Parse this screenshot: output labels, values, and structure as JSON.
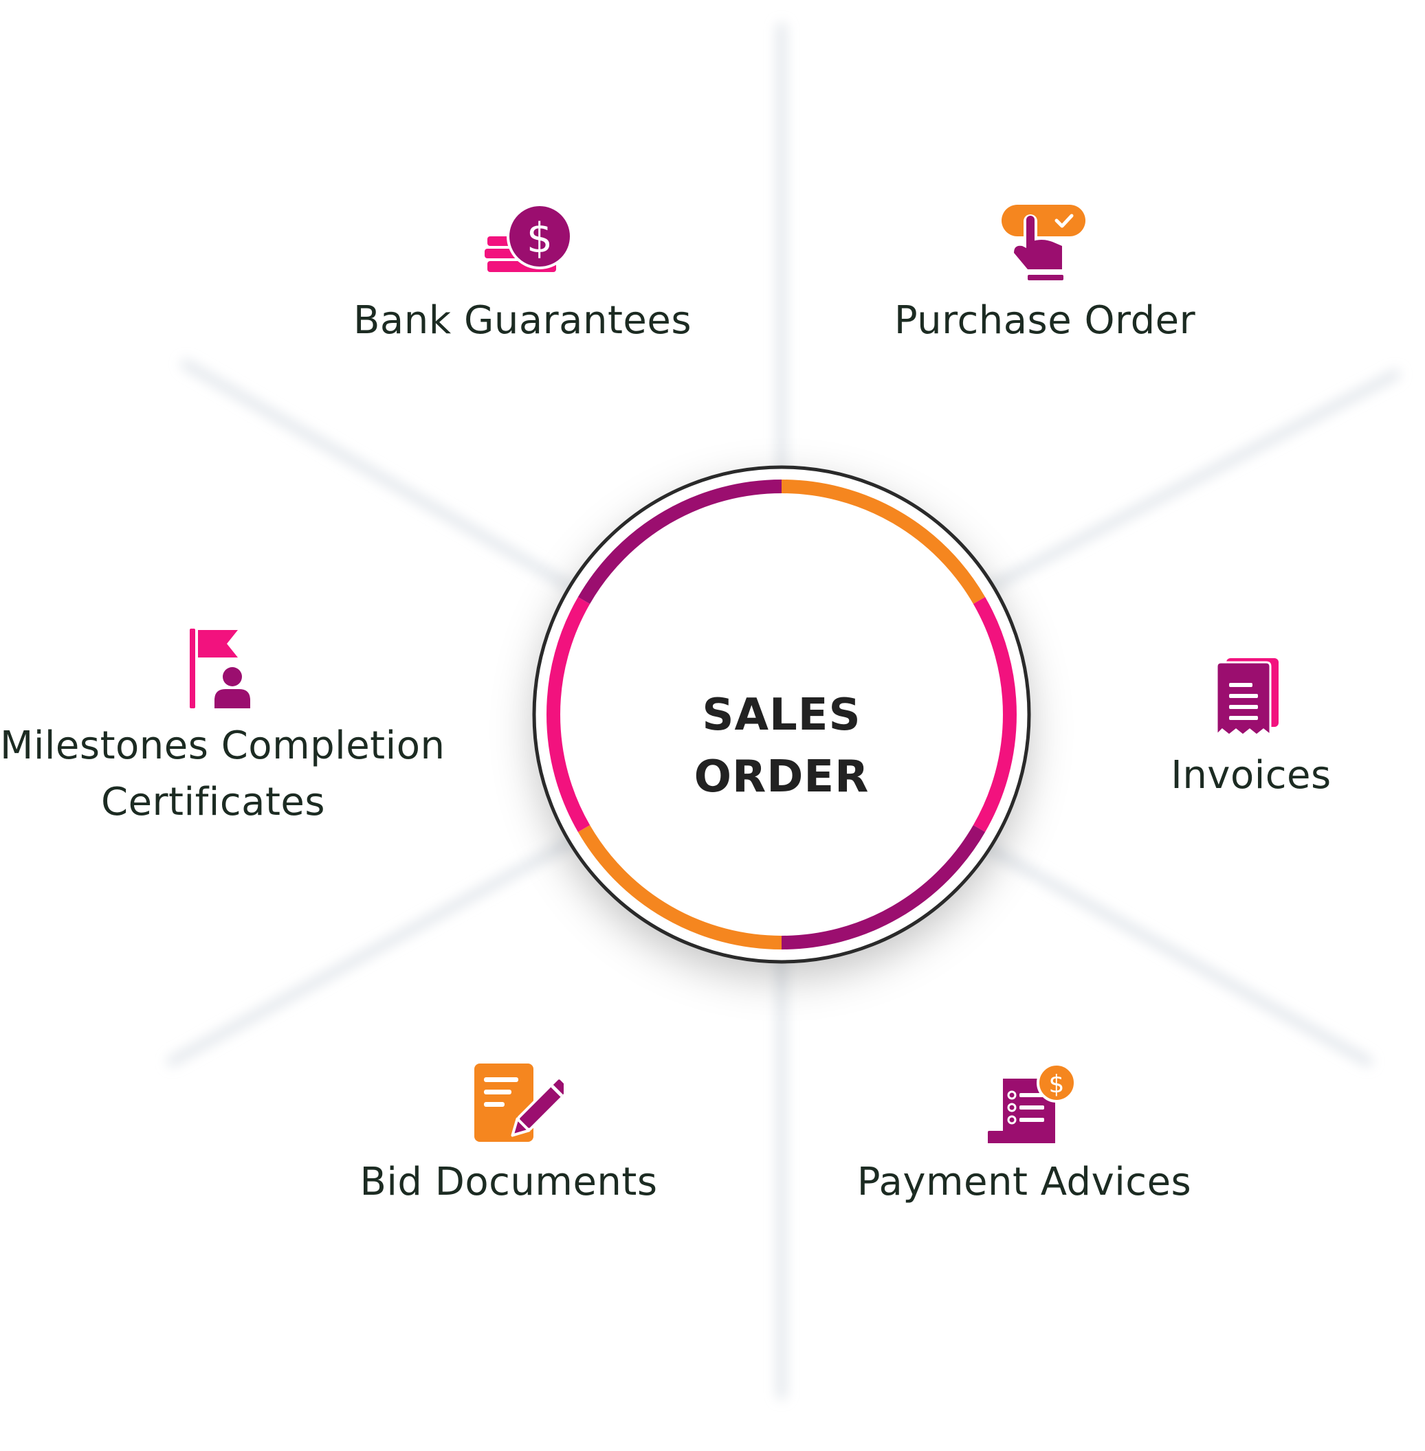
{
  "center": {
    "title": "SALES ORDER"
  },
  "items": [
    {
      "id": "bank-guarantees",
      "label": "Bank Guarantees",
      "icon": "coin-stack-dollar-icon"
    },
    {
      "id": "purchase-order",
      "label": "Purchase Order",
      "icon": "hand-pointer-check-icon"
    },
    {
      "id": "invoices",
      "label": "Invoices",
      "icon": "receipt-document-icon"
    },
    {
      "id": "payment-advices",
      "label": "Payment Advices",
      "icon": "bill-dollar-icon"
    },
    {
      "id": "bid-documents",
      "label": "Bid Documents",
      "icon": "document-pen-icon"
    },
    {
      "id": "milestones",
      "label_lines": [
        "Milestones Completion",
        "Certificates"
      ],
      "icon": "flag-person-icon"
    }
  ],
  "colors": {
    "purple": "#9b0e6f",
    "pink": "#f2127e",
    "orange": "#f5861f",
    "text": "#1c2b22",
    "ring_outline": "#2a2a2a"
  }
}
